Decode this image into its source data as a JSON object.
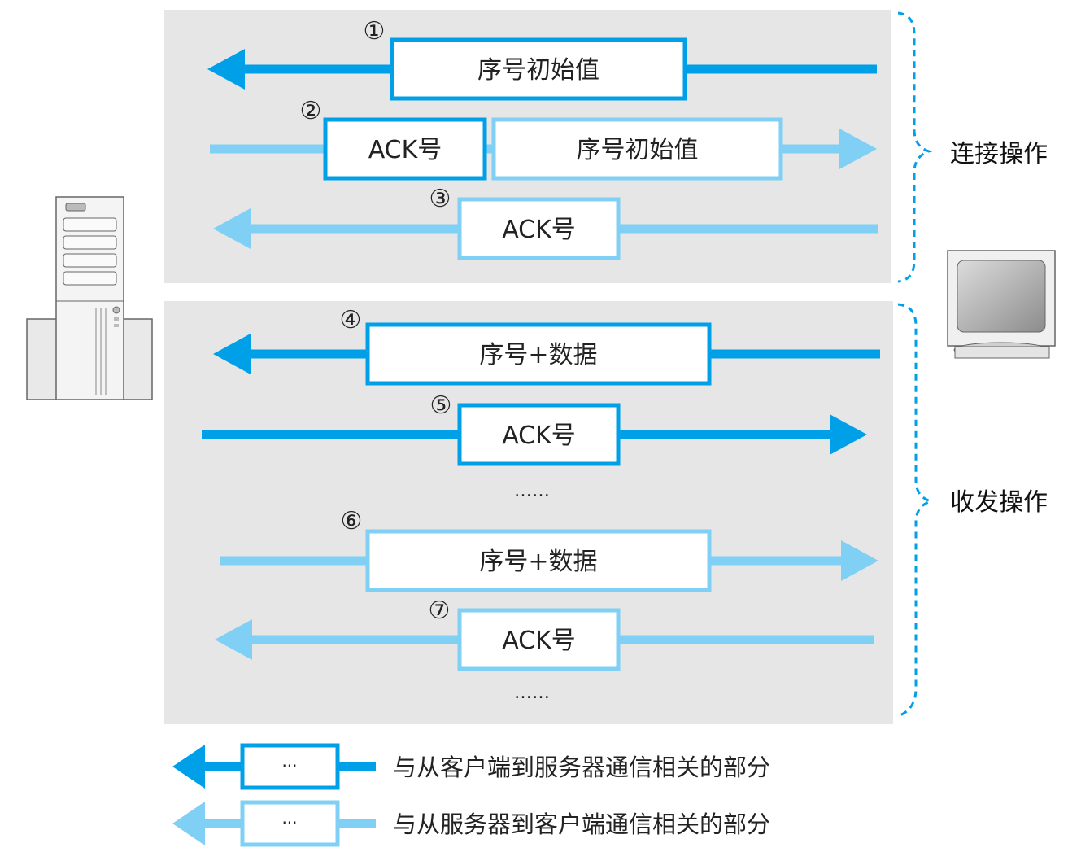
{
  "sections": {
    "connect": {
      "label": "连接操作"
    },
    "transfer": {
      "label": "收发操作"
    }
  },
  "messages": [
    {
      "num": "①",
      "boxes": [
        "序号初始值"
      ],
      "direction": "left",
      "kind": "client"
    },
    {
      "num": "②",
      "boxes": [
        "ACK号",
        "序号初始值"
      ],
      "direction": "right",
      "kind": "server"
    },
    {
      "num": "③",
      "boxes": [
        "ACK号"
      ],
      "direction": "left",
      "kind": "server"
    },
    {
      "num": "④",
      "boxes": [
        "序号+数据"
      ],
      "direction": "left",
      "kind": "client"
    },
    {
      "num": "⑤",
      "boxes": [
        "ACK号"
      ],
      "direction": "right",
      "kind": "client"
    },
    {
      "num": "⑥",
      "boxes": [
        "序号+数据"
      ],
      "direction": "right",
      "kind": "server"
    },
    {
      "num": "⑦",
      "boxes": [
        "ACK号"
      ],
      "direction": "left",
      "kind": "server"
    }
  ],
  "ellipsis": [
    "……",
    "……"
  ],
  "legend": [
    {
      "box_text": "···",
      "text": "与从客户端到服务器通信相关的部分",
      "kind": "client"
    },
    {
      "box_text": "···",
      "text": "与从服务器到客户端通信相关的部分",
      "kind": "server"
    }
  ],
  "icons": {
    "left": "server-tower-icon",
    "right": "client-monitor-icon"
  },
  "colors": {
    "client": "#00a0e9",
    "server": "#7fd0f4",
    "panel": "#e6e6e6"
  }
}
